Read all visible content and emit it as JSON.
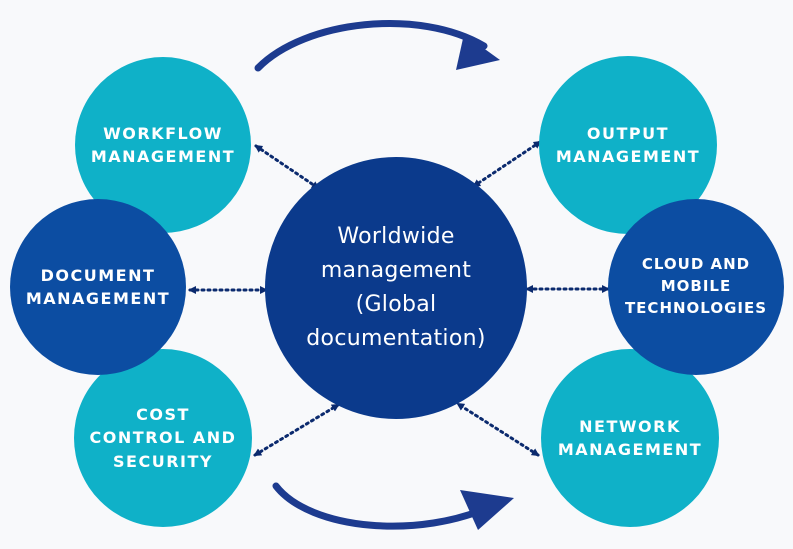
{
  "center": {
    "lines": [
      "Worldwide",
      "management",
      "(Global",
      "documentation)"
    ]
  },
  "nodes": {
    "workflow": {
      "lines": [
        "WORKFLOW",
        "MANAGEMENT"
      ]
    },
    "document": {
      "lines": [
        "DOCUMENT",
        "MANAGEMENT"
      ]
    },
    "cost": {
      "lines": [
        "COST",
        "CONTROL AND",
        "SECURITY"
      ]
    },
    "output": {
      "lines": [
        "OUTPUT",
        "MANAGEMENT"
      ]
    },
    "cloud": {
      "lines": [
        "CLOUD AND",
        "MOBILE",
        "TECHNOLOGIES"
      ]
    },
    "network": {
      "lines": [
        "NETWORK",
        "MANAGEMENT"
      ]
    }
  },
  "colors": {
    "teal": "#0fb1c8",
    "navy": "#0c4da2",
    "center": "#0b3a8c",
    "arrow": "#1d3b8f",
    "connector": "#0b2a6e"
  },
  "icons": {
    "top_arrow": "curved-arrow-right-icon",
    "bottom_arrow": "curved-arrow-right-icon",
    "connector": "dotted-double-arrow"
  }
}
